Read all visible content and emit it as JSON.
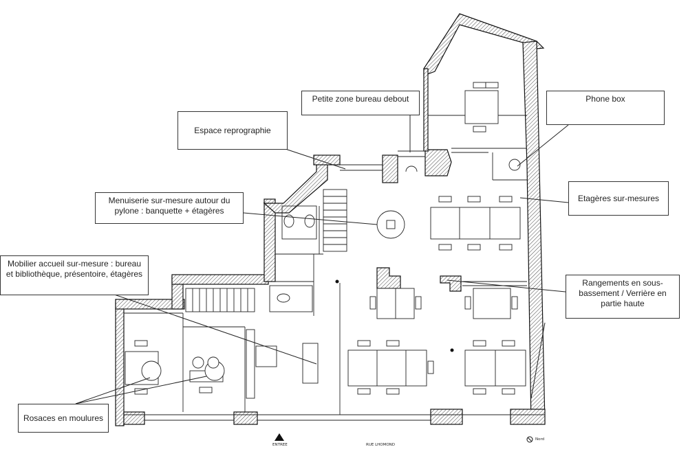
{
  "callouts": {
    "petite_zone": "Petite zone bureau debout",
    "phone_box": "Phone box",
    "espace_repro": "Espace reprographie",
    "menuiserie": "Menuiserie sur-mesure autour du pylone : banquette + étagères",
    "etageres": "Etagères sur-mesures",
    "mobilier": "Mobilier accueil sur-mesure : bureau et bibliothèque, présentoire, étagères",
    "rangements": "Rangements en sous-bassement / Verrière en partie haute",
    "rosaces": "Rosaces en moulures"
  },
  "labels": {
    "entree": "ENTREE",
    "rue": "RUE LHOMOND",
    "nord": "Nord"
  }
}
